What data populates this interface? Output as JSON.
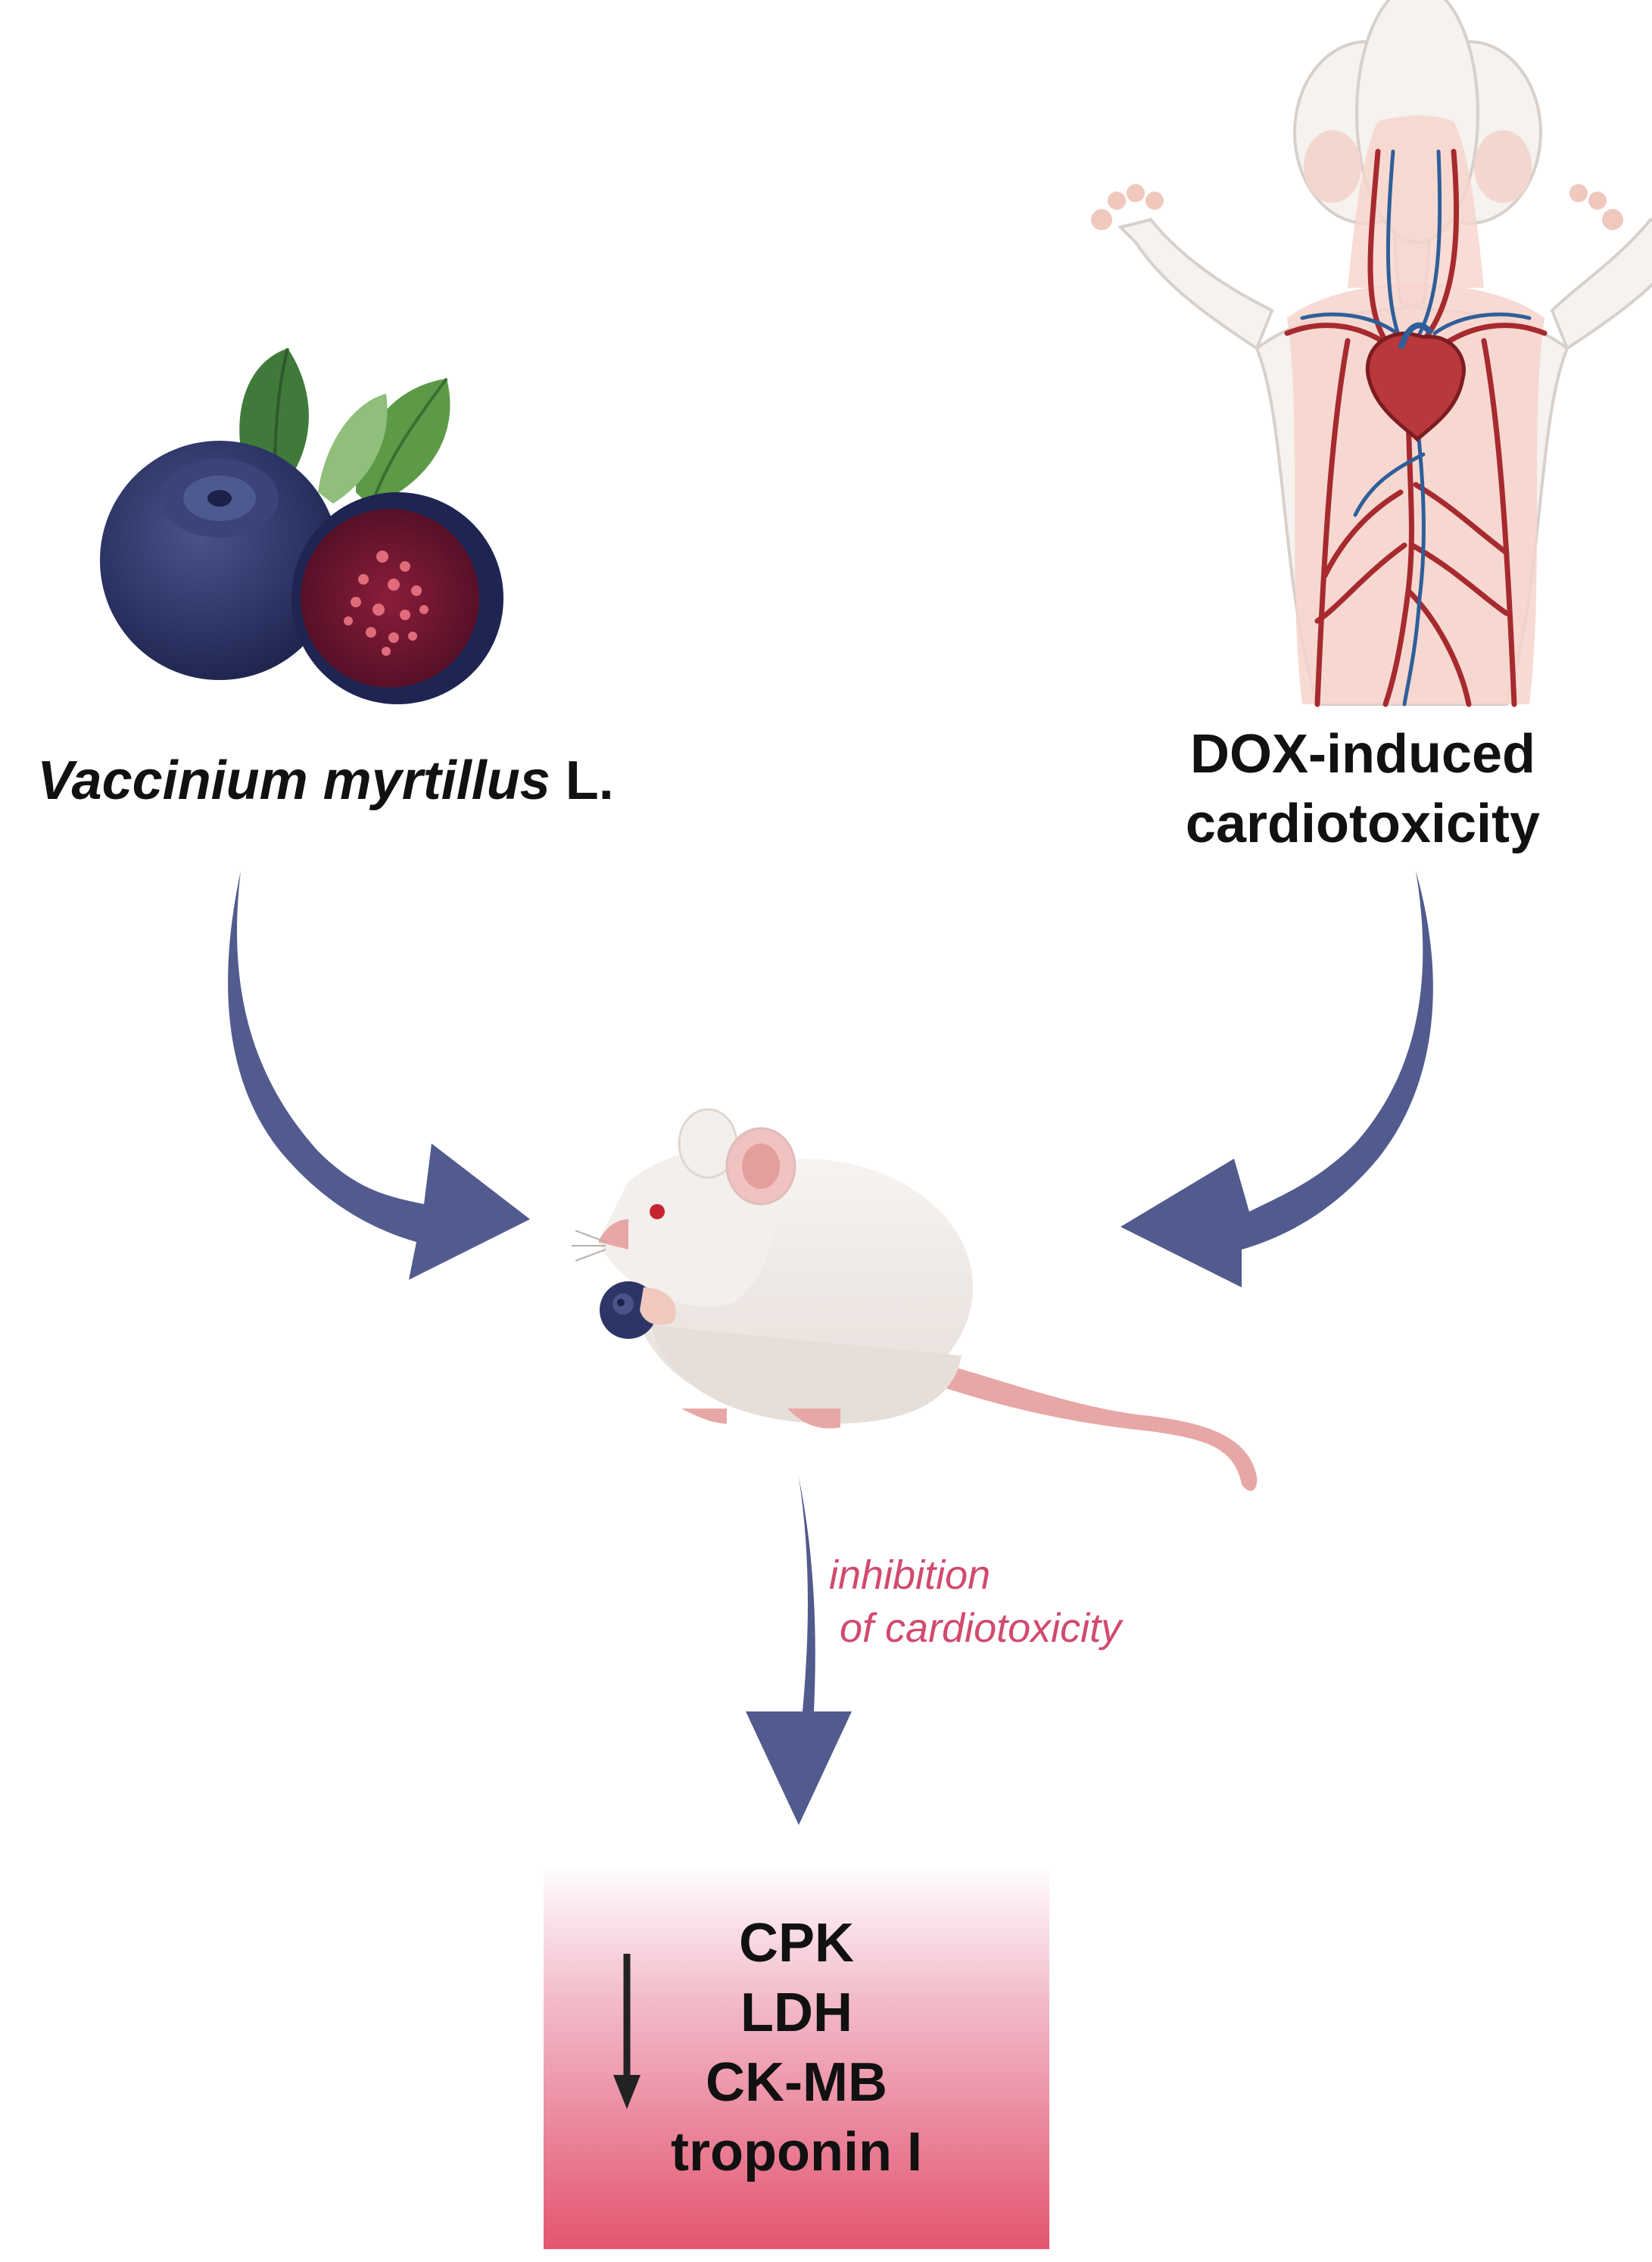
{
  "plant": {
    "name_genus": "Vaccinium myrtillus",
    "name_suffix": " L.",
    "icon": "bilberry-icon"
  },
  "model": {
    "label_line1": "DOX-induced",
    "label_line2": "cardiotoxicity",
    "icon": "rat-anatomy-heart-icon"
  },
  "subject": {
    "icon": "rat-eating-berry-icon"
  },
  "effect": {
    "line1": "inhibition",
    "line2": "of cardiotoxicity"
  },
  "markers": {
    "direction_icon": "down-arrow-icon",
    "items": [
      "CPK",
      "LDH",
      "CK-MB",
      "troponin I"
    ]
  },
  "colors": {
    "arrow": "#515b8e",
    "effect_text": "#d24a6e",
    "box_top": "#ffffff",
    "box_bottom": "#e3556f"
  }
}
